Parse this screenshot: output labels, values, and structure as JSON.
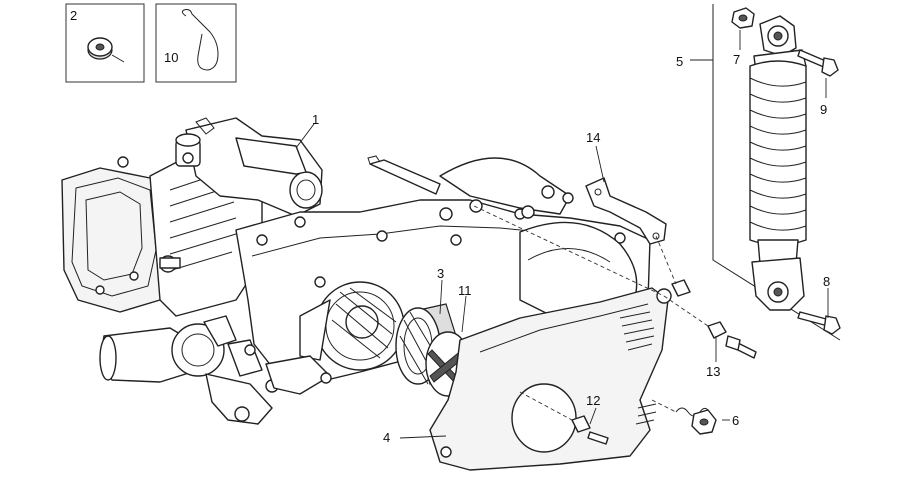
{
  "callouts": {
    "c1": "1",
    "c2": "2",
    "c3": "3",
    "c4": "4",
    "c5": "5",
    "c6": "6",
    "c7": "7",
    "c8": "8",
    "c9": "9",
    "c10": "10",
    "c11": "11",
    "c12": "12",
    "c13": "13",
    "c14": "14"
  },
  "colors": {
    "line": "#222222",
    "background": "#ffffff",
    "shade": "#dedede"
  }
}
